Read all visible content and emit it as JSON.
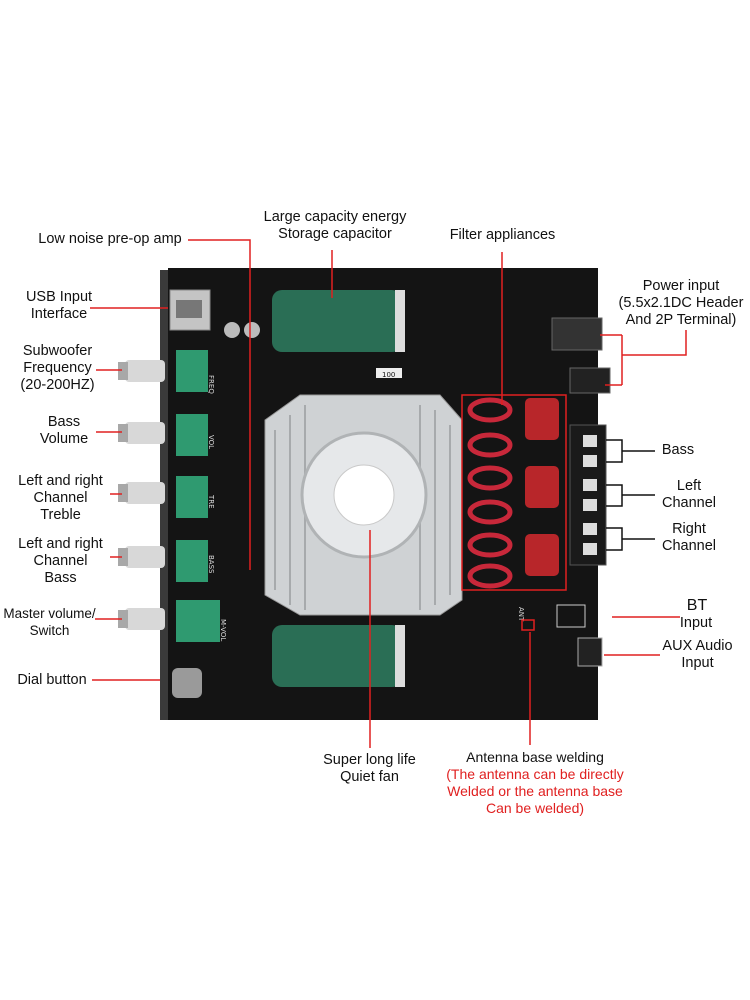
{
  "labels": {
    "low_noise": "Low noise pre-op amp",
    "capacitor": "Large capacity energy\nStorage capacitor",
    "filter": "Filter appliances",
    "power": "Power input\n(5.5x2.1DC Header\nAnd 2P Terminal)",
    "usb": "USB Input\nInterface",
    "subwoofer": "Subwoofer\nFrequency\n(20-200HZ)",
    "bass_volume": "Bass\nVolume",
    "treble": "Left and right\nChannel\nTreble",
    "lr_bass": "Left and right\nChannel\nBass",
    "master": "Master volume/\nSwitch",
    "dial": "Dial button",
    "bass_out": "Bass",
    "left_channel": "Left\nChannel",
    "right_channel": "Right\nChannel",
    "bt": "BT",
    "bt_input": "Input",
    "aux": "AUX Audio\nInput",
    "fan": "Super long life\nQuiet fan",
    "antenna": "Antenna base welding",
    "antenna_note": "(The antenna can be directly\nWelded or the antenna base\nCan be welded)"
  },
  "board_text": {
    "freq": "FREQ",
    "vol": "VOL",
    "tre": "TRE",
    "bass": "BASS",
    "mvol": "M-VOL",
    "ant": "ANT",
    "r100": "100"
  },
  "colors": {
    "pcb": "#141414",
    "capacitor": "#2a6e55",
    "inductor_wire": "#c8283a",
    "film_cap": "#b8262a",
    "knob_block": "#2f9a70",
    "leader_red": "#e02020",
    "heatsink": "#cfd2d4"
  }
}
